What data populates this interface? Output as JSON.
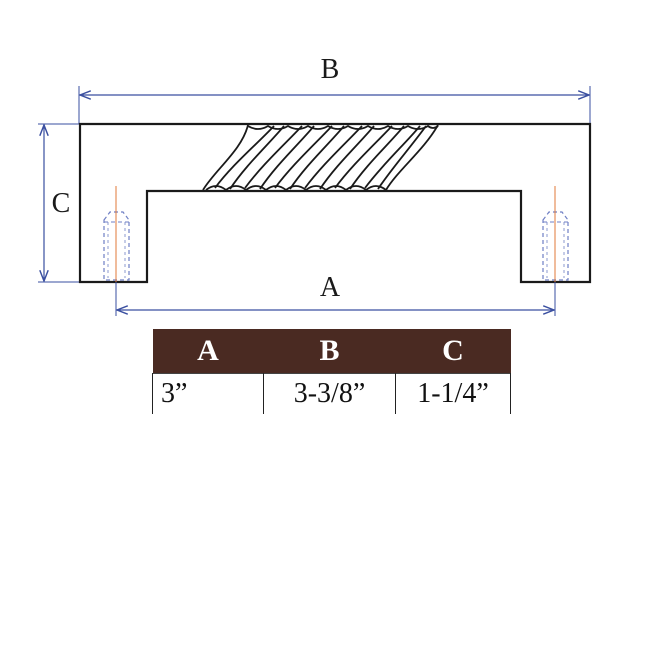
{
  "labels": {
    "overall_length": "B",
    "center_to_center": "A",
    "projection": "C"
  },
  "table": {
    "headers": [
      "A",
      "B",
      "C"
    ],
    "row": [
      "3”",
      "3-3/8”",
      "1-1/4”"
    ]
  },
  "colors": {
    "header_bg": "#4a2a22",
    "dimension_line": "#3a4fa0",
    "outline": "#1a1a1a",
    "screw_center": "#e07a3a",
    "screw_outline": "#6f7fc4"
  }
}
